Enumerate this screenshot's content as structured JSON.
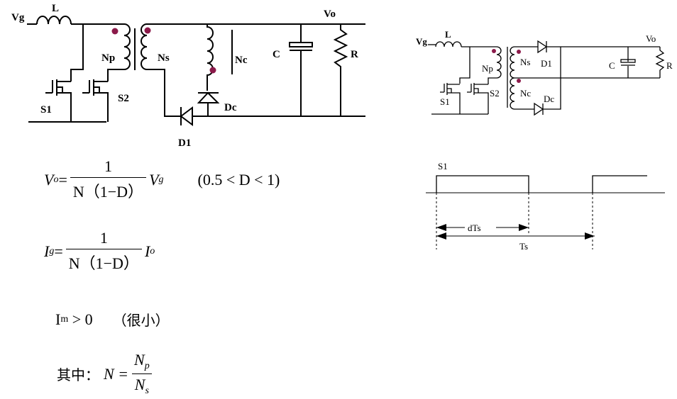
{
  "left_circuit": {
    "labels": {
      "vg": "Vg",
      "l": "L",
      "np": "Np",
      "ns": "Ns",
      "nc": "Nc",
      "c": "C",
      "r": "R",
      "vo": "Vo",
      "dc": "Dc",
      "d1": "D1",
      "s1": "S1",
      "s2": "S2"
    },
    "dot_color": "#8b1a4a"
  },
  "right_circuit": {
    "labels": {
      "vg": "Vg",
      "l": "L",
      "np": "Np",
      "ns": "Ns",
      "nc": "Nc",
      "c": "C",
      "r": "R",
      "vo": "Vo",
      "dc": "Dc",
      "d1": "D1",
      "s1": "S1",
      "s2": "S2"
    }
  },
  "timing": {
    "signal": "S1",
    "dts": "dTs",
    "ts": "Ts"
  },
  "equations": {
    "vo": {
      "lhs": "V",
      "lhs_sub": "o",
      "num": "1",
      "den": "N（1−D）",
      "rhs": "V",
      "rhs_sub": "g",
      "cond": "(0.5 < D < 1)"
    },
    "ig": {
      "lhs": "I",
      "lhs_sub": "g",
      "num": "1",
      "den": "N（1−D）",
      "rhs": "I",
      "rhs_sub": "o"
    },
    "im": {
      "lhs": "I",
      "lhs_sub": "m",
      "rel": " > 0",
      "note": "（很小）"
    },
    "n": {
      "prefix": "其中：",
      "lhs": "N =",
      "num": "N",
      "num_sub": "p",
      "den": "N",
      "den_sub": "s"
    }
  }
}
